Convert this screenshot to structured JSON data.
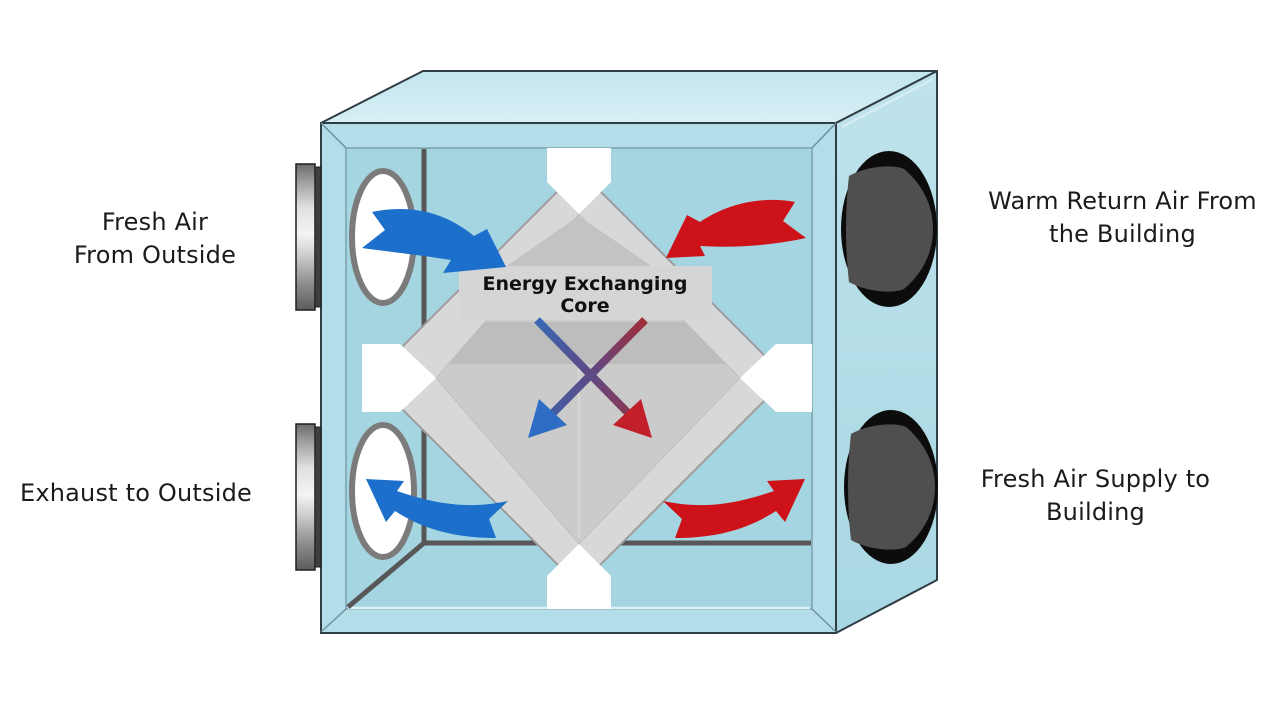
{
  "labels": {
    "fresh_air_in": {
      "line1": "Fresh Air",
      "line2": "From Outside"
    },
    "warm_return": {
      "line1": "Warm Return Air From",
      "line2": "the Building"
    },
    "exhaust_out": {
      "line1": "Exhaust to Outside"
    },
    "fresh_supply": {
      "line1": "Fresh Air Supply to",
      "line2": "Building"
    }
  },
  "core": {
    "label_line1": "Energy Exchanging",
    "label_line2": "Core"
  },
  "colors": {
    "cold_air": "#1c6fca",
    "warm_air": "#cd1319",
    "box_panel_blue": "#a4d5e1",
    "box_frame_blue": "#b3dde8",
    "core_gray": "#d8d8d8",
    "port_dark_gray": "#4f4f4f",
    "interior_line_gray": "#575757",
    "label_text": "#1b1b1b"
  }
}
